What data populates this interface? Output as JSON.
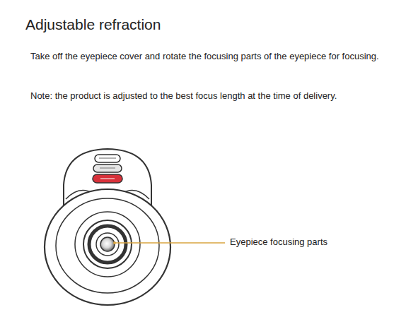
{
  "diagram": {
    "title": "Adjustable refraction",
    "labels": [
      "Take off the eyepiece cover and rotate the focusing parts of the eyepiece for focusing.",
      "Note: the product is adjusted to the best focus length at the time of delivery.",
      "Eyepiece focusing parts"
    ]
  }
}
